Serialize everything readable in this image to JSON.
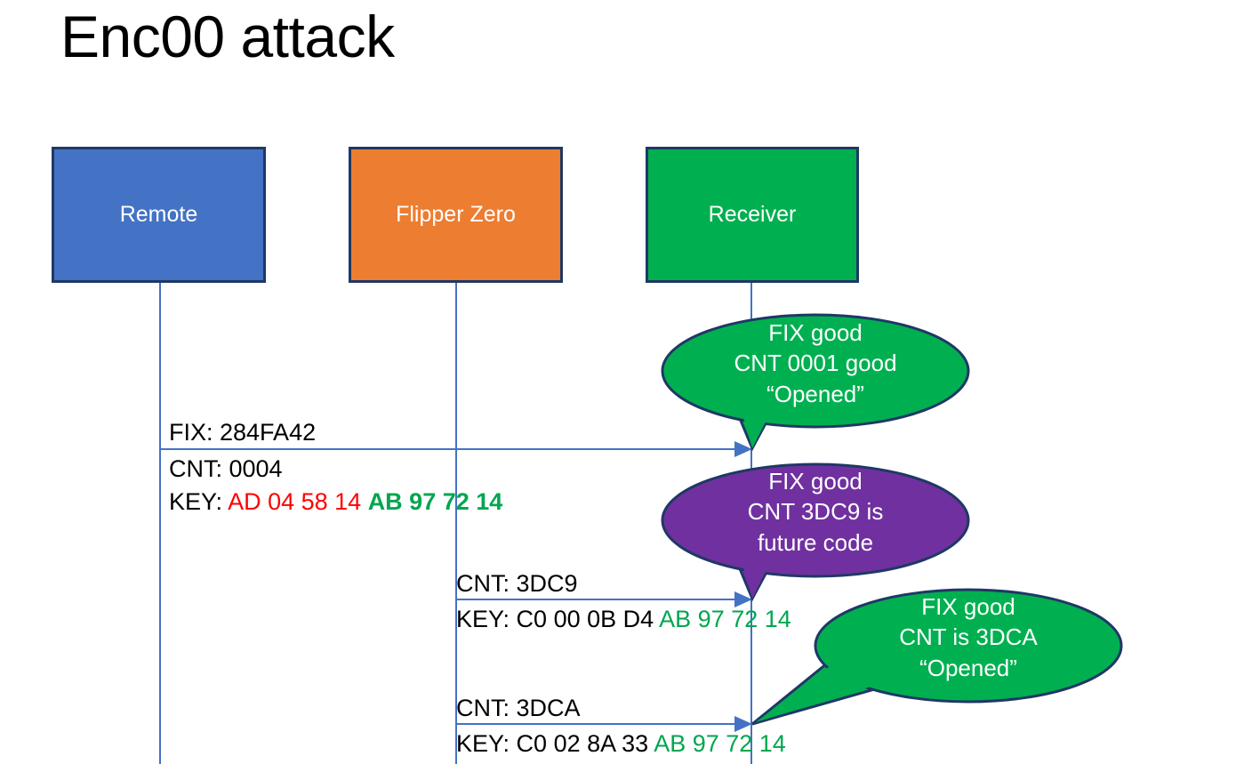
{
  "slide": {
    "title": "Enc00 attack",
    "background": "#FFFFFF"
  },
  "colors": {
    "remote_blue": "#4472C4",
    "flipper_orange": "#ED7D31",
    "receiver_green": "#00B050",
    "callout_purple": "#7030A0",
    "shape_outline": "#1F3864",
    "lifeline_blue": "#4472C4",
    "hex_red": "#FF0000",
    "hex_green": "#00A650",
    "text_black": "#000000",
    "text_white": "#FFFFFF"
  },
  "actors": [
    {
      "id": "remote",
      "label": "Remote",
      "fill": "#4472C4"
    },
    {
      "id": "flipper",
      "label": "Flipper Zero",
      "fill": "#ED7D31"
    },
    {
      "id": "receiver",
      "label": "Receiver",
      "fill": "#00B050"
    }
  ],
  "messages": [
    {
      "id": "m1",
      "from": "remote",
      "to": "receiver",
      "lines": [
        {
          "id": "fix",
          "label": "FIX: 284FA42"
        },
        {
          "id": "cnt",
          "label": "CNT: 0004"
        }
      ],
      "key": {
        "prefix": "KEY: ",
        "segments": [
          {
            "text": "AD 04 58 14 ",
            "color": "#FF0000",
            "bold": false
          },
          {
            "text": "AB 97 72 14",
            "color": "#00A650",
            "bold": true
          }
        ]
      }
    },
    {
      "id": "m2",
      "from": "flipper",
      "to": "receiver",
      "lines": [
        {
          "id": "cnt",
          "label": "CNT: 3DC9"
        }
      ],
      "key": {
        "prefix": "KEY: ",
        "segments": [
          {
            "text": "C0 00 0B D4 ",
            "color": "#000000",
            "bold": false
          },
          {
            "text": "AB 97 72 14",
            "color": "#00A650",
            "bold": false
          }
        ]
      }
    },
    {
      "id": "m3",
      "from": "flipper",
      "to": "receiver",
      "lines": [
        {
          "id": "cnt",
          "label": "CNT: 3DCA"
        }
      ],
      "key": {
        "prefix": "KEY: ",
        "segments": [
          {
            "text": "C0 02 8A 33 ",
            "color": "#000000",
            "bold": false
          },
          {
            "text": "AB 97 72 14",
            "color": "#00A650",
            "bold": false
          }
        ]
      }
    }
  ],
  "callouts": [
    {
      "id": "callout-1",
      "fill": "#00B050",
      "lines": [
        "FIX good",
        "CNT 0001 good",
        "“Opened”"
      ]
    },
    {
      "id": "callout-2",
      "fill": "#7030A0",
      "lines": [
        "FIX good",
        "CNT 3DC9 is",
        "future code"
      ]
    },
    {
      "id": "callout-3",
      "fill": "#00B050",
      "lines": [
        "FIX good",
        "CNT is 3DCA",
        "“Opened”"
      ]
    }
  ],
  "text": {
    "msg1_fix": "FIX: 284FA42",
    "msg1_cnt": "CNT: 0004",
    "msg2_cnt": "CNT: 3DC9",
    "msg3_cnt": "CNT: 3DCA",
    "key_prefix": "KEY: ",
    "msg1_key_a": "AD 04 58 14 ",
    "msg1_key_b": "AB 97 72 14",
    "msg2_key_a": "C0 00 0B D4 ",
    "msg2_key_b": "AB 97 72 14",
    "msg3_key_a": "C0 02 8A 33 ",
    "msg3_key_b": "AB 97 72 14",
    "callout1_l1": "FIX good",
    "callout1_l2": "CNT 0001 good",
    "callout1_l3": "“Opened”",
    "callout2_l1": "FIX good",
    "callout2_l2": "CNT 3DC9 is",
    "callout2_l3": "future code",
    "callout3_l1": "FIX good",
    "callout3_l2": "CNT is 3DCA",
    "callout3_l3": "“Opened”"
  }
}
